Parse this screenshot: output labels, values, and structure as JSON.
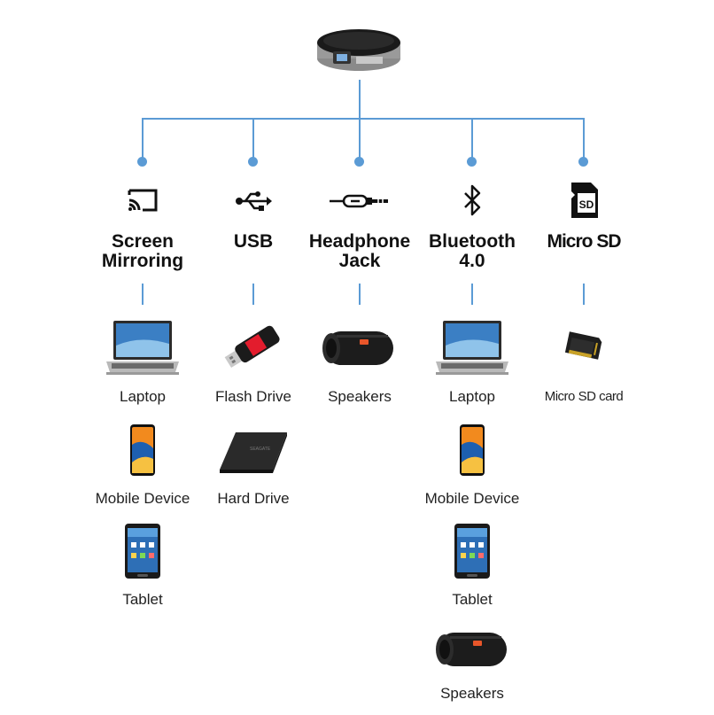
{
  "colors": {
    "connector": "#5b9bd5"
  },
  "categories": [
    {
      "icon": "screen-mirroring-icon",
      "title_line1": "Screen",
      "title_line2": "Mirroring",
      "devices": [
        "Laptop",
        "Mobile Device",
        "Tablet"
      ]
    },
    {
      "icon": "usb-icon",
      "title_line1": "USB",
      "title_line2": "",
      "devices": [
        "Flash Drive",
        "Hard Drive"
      ]
    },
    {
      "icon": "headphone-jack-icon",
      "title_line1": "Headphone",
      "title_line2": "Jack",
      "devices": [
        "Speakers"
      ]
    },
    {
      "icon": "bluetooth-icon",
      "title_line1": "Bluetooth",
      "title_line2": "4.0",
      "devices": [
        "Laptop",
        "Mobile Device",
        "Tablet",
        "Speakers"
      ]
    },
    {
      "icon": "micro-sd-icon",
      "title_line1": "Micro SD",
      "title_line2": "",
      "devices": [
        "Micro SD card"
      ]
    }
  ]
}
